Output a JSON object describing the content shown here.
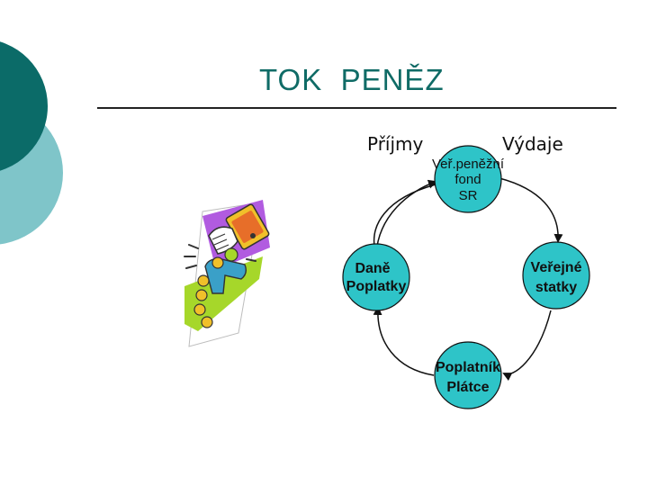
{
  "slide": {
    "title": "TOK  PENĚZ",
    "income_label": "Příjmy",
    "expense_label": "Výdaje"
  },
  "diagram": {
    "nodes": {
      "fund": [
        "Veř.peněžní",
        "fond",
        "SR"
      ],
      "taxes": [
        "Daně",
        "Poplatky"
      ],
      "goods": [
        "Veřejné",
        "statky"
      ],
      "payer": [
        "Poplatník",
        "Plátce"
      ]
    },
    "colors": {
      "node_fill": "#2ec4c8",
      "arrow": "#111111",
      "accent_dark": "#0b6b68",
      "accent_light": "#7fc5c9"
    }
  },
  "clipart": {
    "icon": "hand-paying-coins-icon",
    "colors": [
      "#b15be0",
      "#a6d72a",
      "#f0c02a",
      "#e24b2a",
      "#3aa0c8"
    ]
  }
}
